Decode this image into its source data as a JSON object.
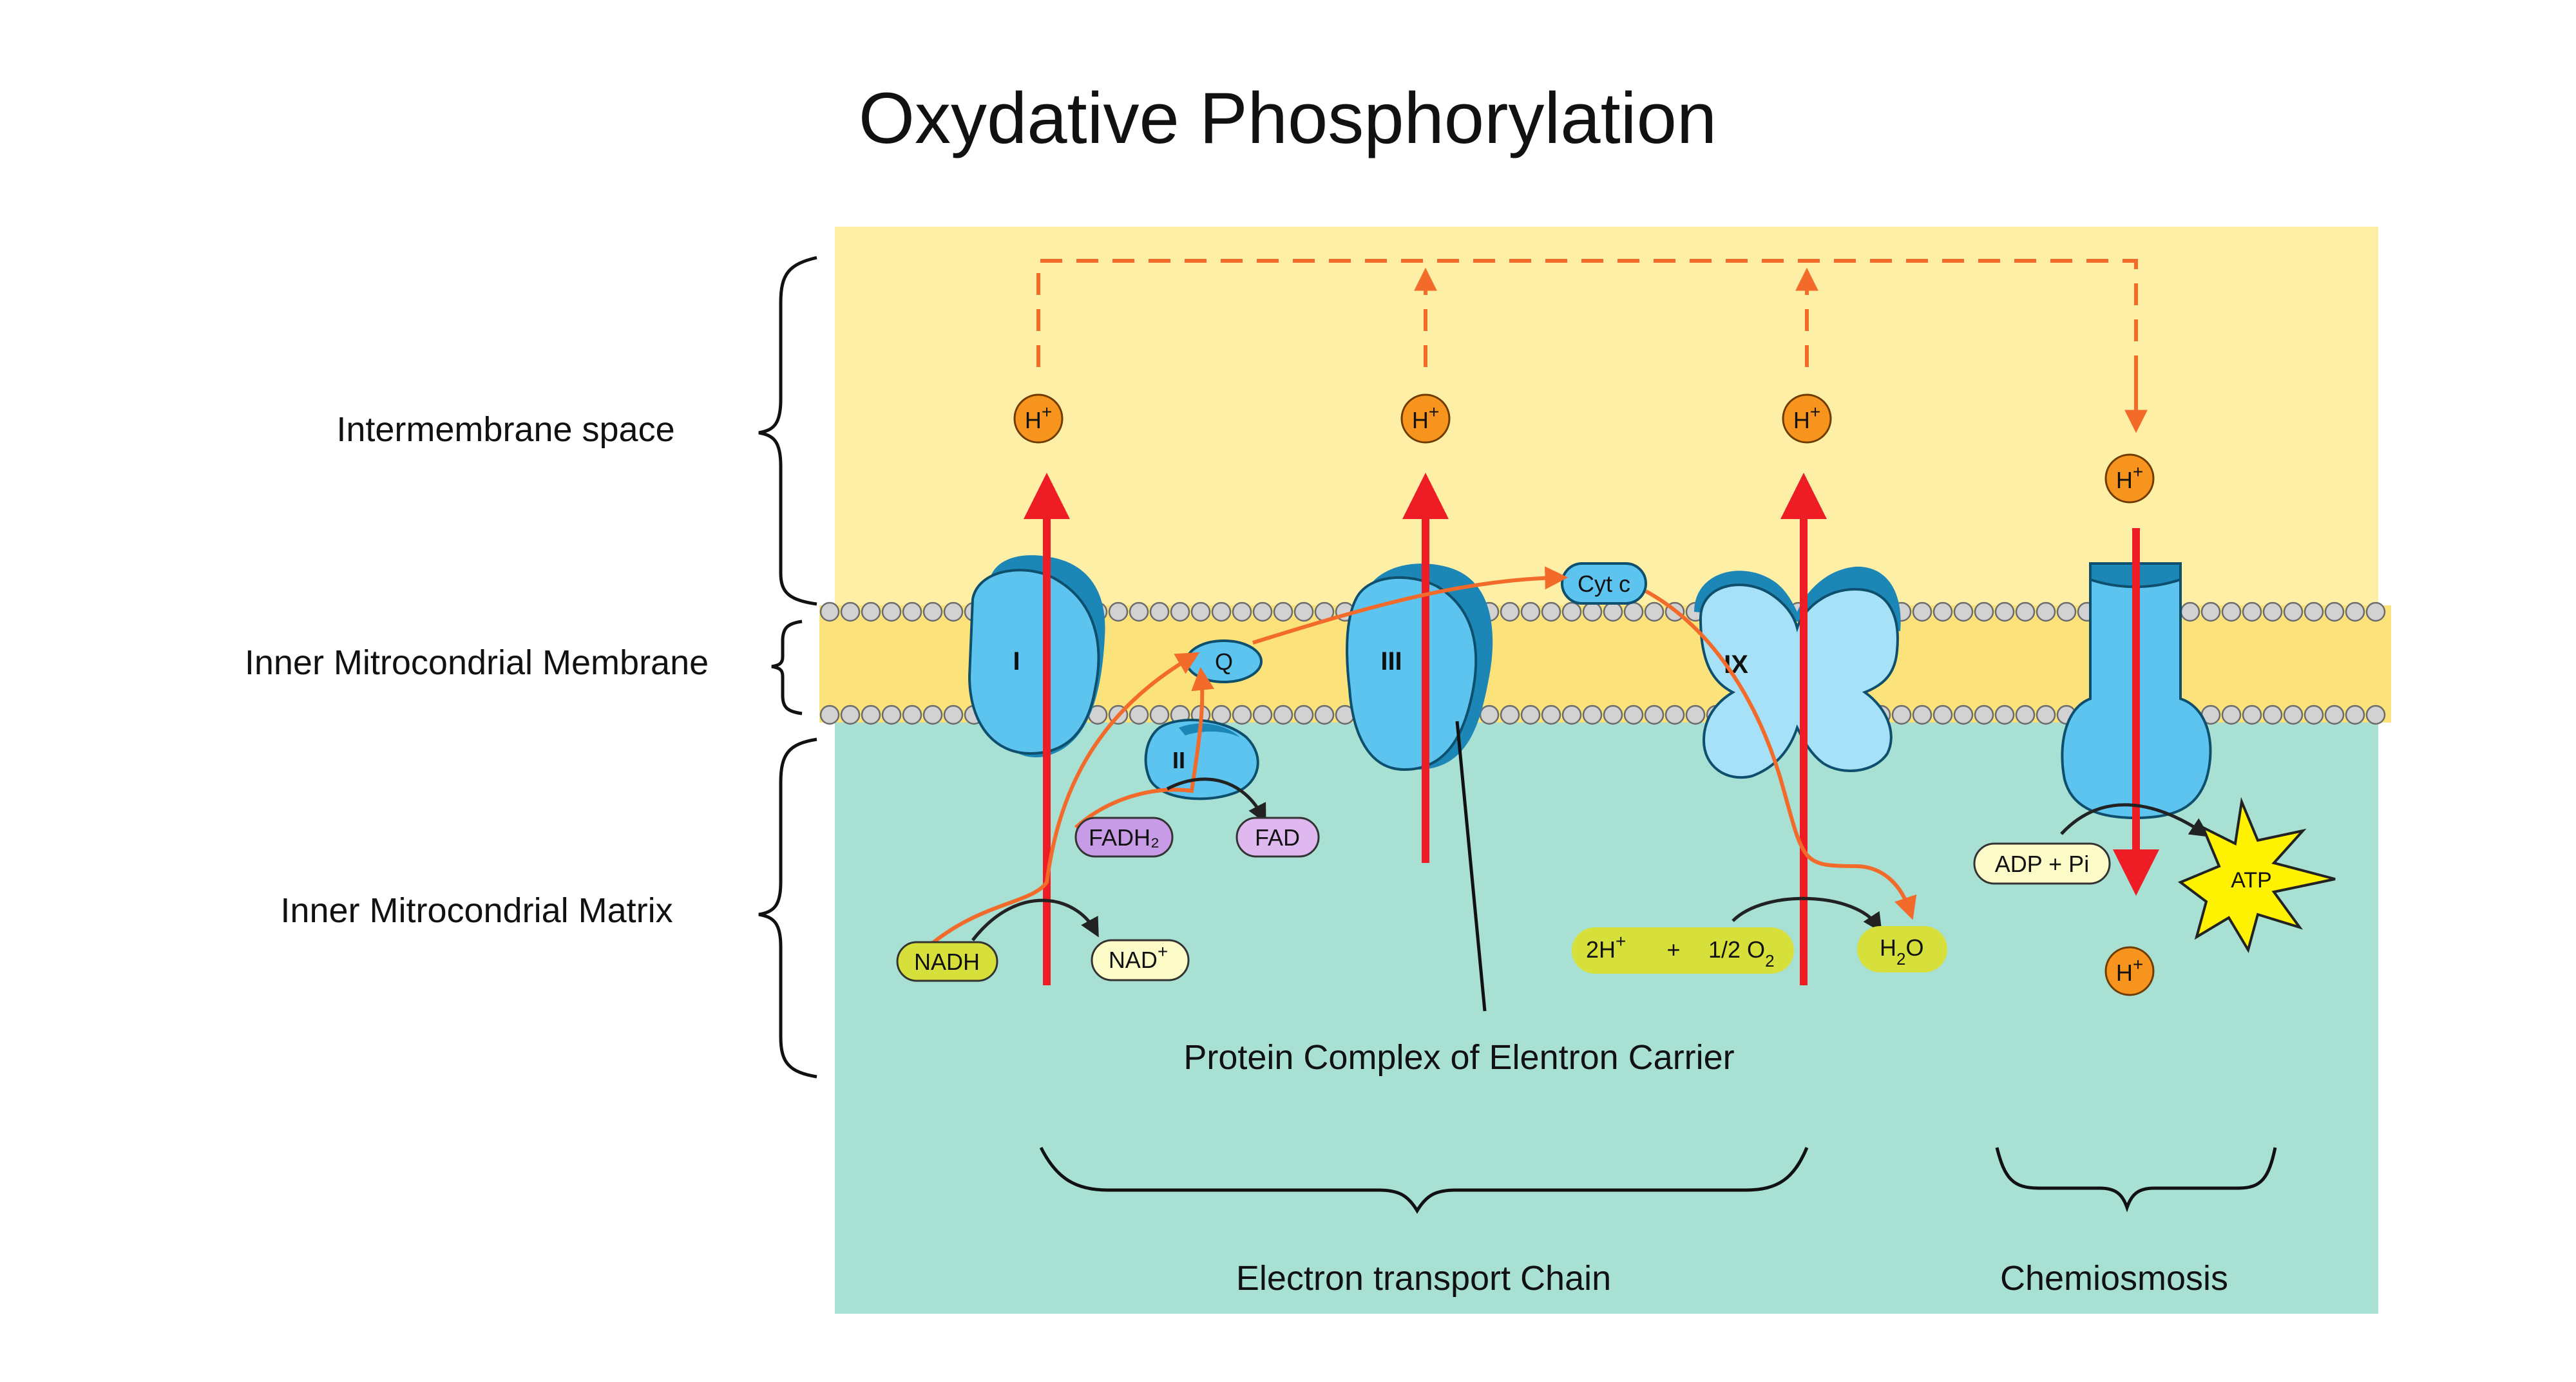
{
  "title": "Oxydative Phosphorylation",
  "regions": {
    "intermembrane": "Intermembrane space",
    "membrane": "Inner Mitrocondrial Membrane",
    "matrix": "Inner Mitrocondrial Matrix"
  },
  "complexes": {
    "c1": "I",
    "c2": "II",
    "c3": "III",
    "c4": "IX",
    "q": "Q",
    "cytc": "Cyt c"
  },
  "molecules": {
    "proton_base": "H",
    "proton_sup": "+",
    "nadh": "NADH",
    "nad_base": "NAD",
    "nad_sup": "+",
    "fadh2": "FADH₂",
    "fad": "FAD",
    "twoh_base": "2H",
    "twoh_sup": "+",
    "plus": "+",
    "half_o2_base": "1/2 O",
    "half_o2_sub": "2",
    "h2o_h": "H",
    "h2o_sub": "2",
    "h2o_o": "O",
    "adp_pi": "ADP + Pi",
    "atp": "ATP"
  },
  "captions": {
    "protein_complex": "Protein Complex of Elentron Carrier",
    "etc": "Electron transport Chain",
    "chemiosmosis": "Chemiosmosis"
  },
  "colors": {
    "intermembrane": "#fdf0a6",
    "matrix": "#a8e0d3",
    "lipid_head": "#c8c8c8",
    "lipid_tail": "#e8c23a",
    "protein_light": "#5cc4ef",
    "protein_dark": "#1c86b6",
    "proton": "#f7941d",
    "red_arrow": "#ee1c25",
    "orange_arrow": "#f26b2a",
    "nadh": "#d7e03a",
    "nad": "#fdfbc8",
    "fadh2": "#c79be5",
    "atp": "#fff200"
  }
}
